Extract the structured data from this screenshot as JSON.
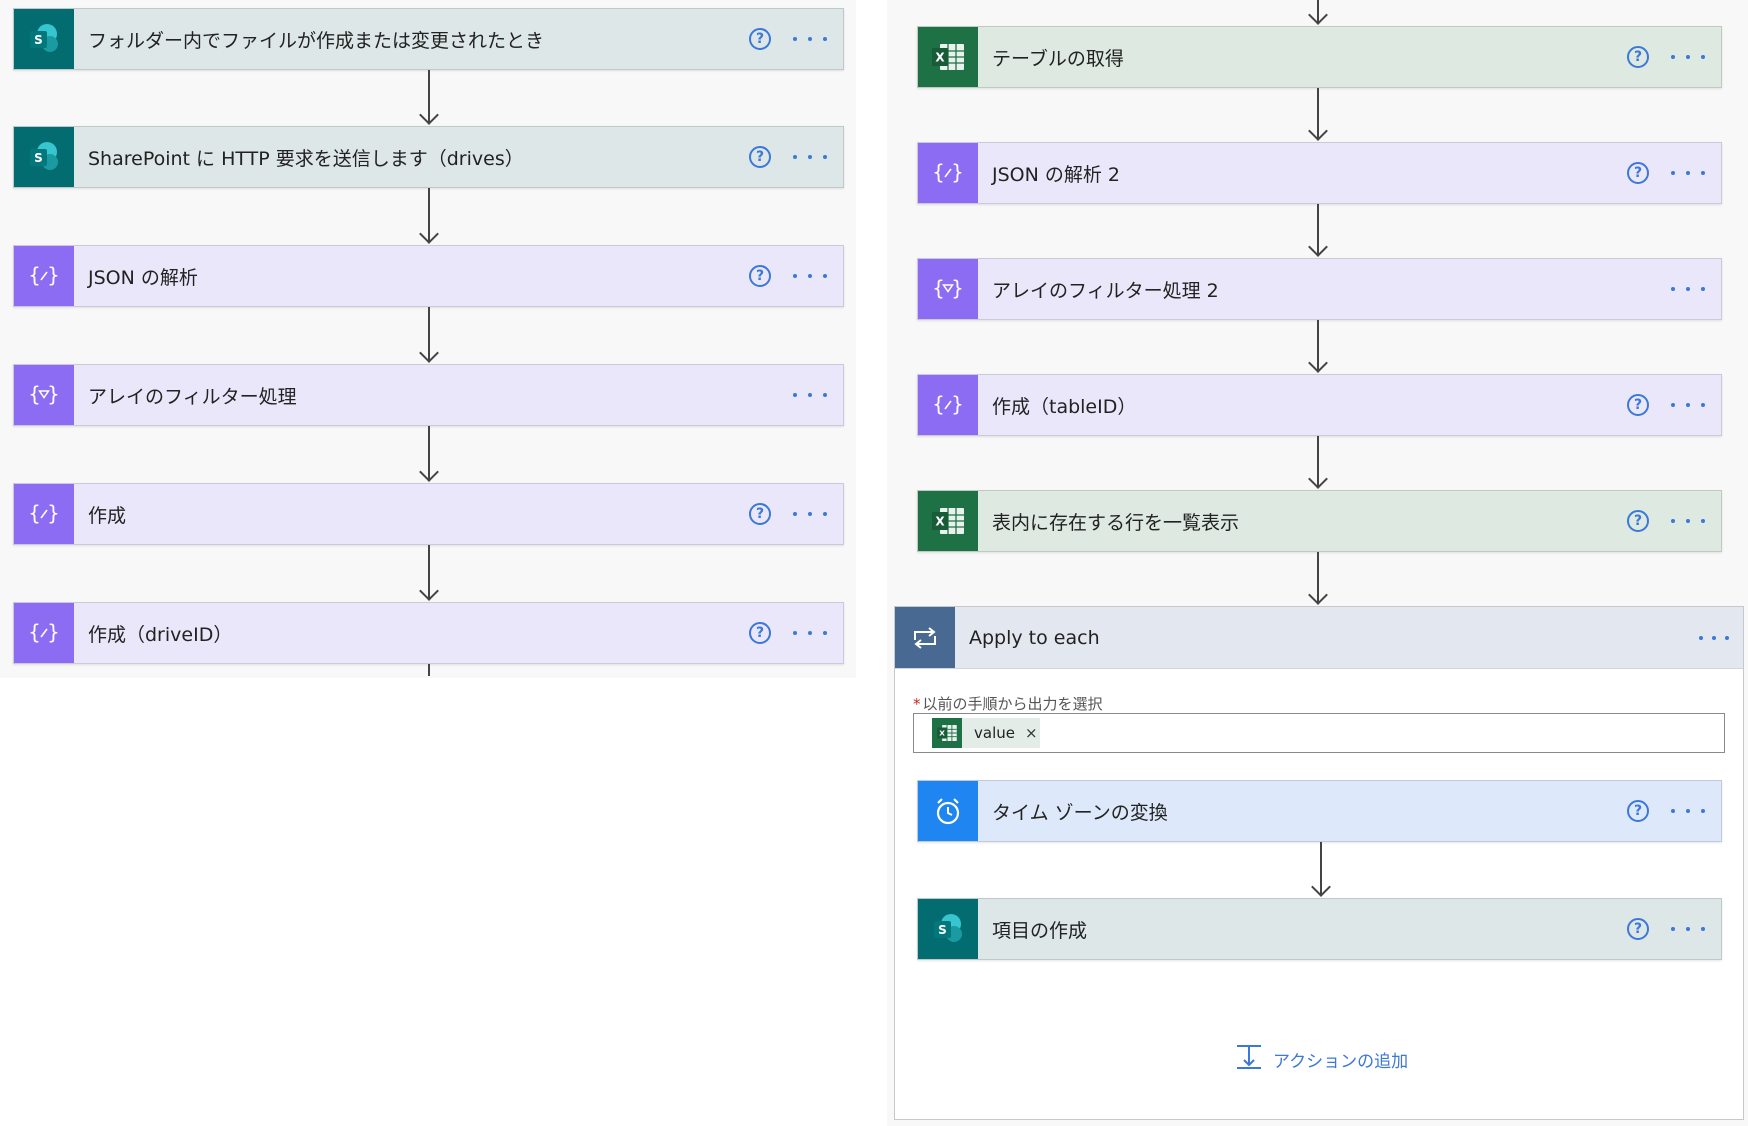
{
  "left_flow": [
    {
      "key": "trigger",
      "type": "sharepoint",
      "title": "フォルダー内でファイルが作成または変更されたとき",
      "help": true
    },
    {
      "key": "http",
      "type": "sharepoint",
      "title": "SharePoint に HTTP 要求を送信します（drives）",
      "help": true
    },
    {
      "key": "parse",
      "type": "dataop",
      "icon": "parse-json-icon",
      "title": "JSON の解析",
      "help": true
    },
    {
      "key": "filter",
      "type": "dataop",
      "icon": "filter-array-icon",
      "title": "アレイのフィルター処理",
      "help": false
    },
    {
      "key": "compose",
      "type": "dataop",
      "icon": "compose-icon",
      "title": "作成",
      "help": true
    },
    {
      "key": "compose_drive",
      "type": "dataop",
      "icon": "compose-icon",
      "title": "作成（driveID）",
      "help": true
    }
  ],
  "right_flow": [
    {
      "key": "get_tables",
      "type": "excel",
      "title": "テーブルの取得",
      "help": true
    },
    {
      "key": "parse2",
      "type": "dataop",
      "icon": "parse-json-icon",
      "title": "JSON の解析 2",
      "help": true
    },
    {
      "key": "filter2",
      "type": "dataop",
      "icon": "filter-array-icon",
      "title": "アレイのフィルター処理 2",
      "help": false
    },
    {
      "key": "compose_table",
      "type": "dataop",
      "icon": "compose-icon",
      "title": "作成（tableID）",
      "help": true
    },
    {
      "key": "list_rows",
      "type": "excel",
      "title": "表内に存在する行を一覧表示",
      "help": true
    }
  ],
  "apply_to_each": {
    "title": "Apply to each",
    "select_label": "以前の手順から出力を選択",
    "required_mark": "*",
    "token_label": "value",
    "token_close": "×",
    "inner": [
      {
        "key": "convert_tz",
        "type": "timezone",
        "title": "タイム ゾーンの変換",
        "help": true
      },
      {
        "key": "create_item",
        "type": "sharepoint",
        "title": "項目の作成",
        "help": true
      }
    ],
    "add_action_label": "アクションの追加"
  },
  "help_glyph": "?",
  "colors": {
    "sharepoint": "#036c70",
    "dataop": "#8c6cf2",
    "excel": "#1e7145",
    "timezone": "#1f85f0",
    "loop": "#486991",
    "accent": "#3c78d8"
  }
}
